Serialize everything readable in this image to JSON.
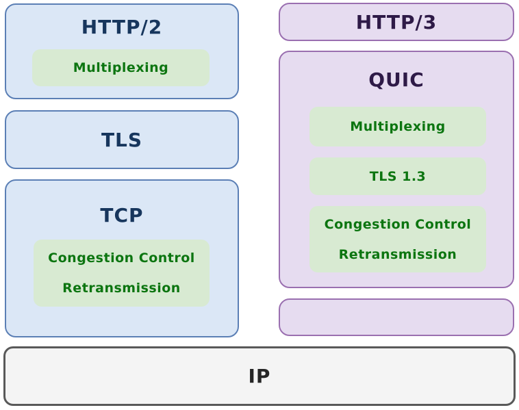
{
  "colors": {
    "background": "#ffffff",
    "blue_fill": "#dbe7f6",
    "blue_border": "#5b7fb5",
    "blue_text": "#17365d",
    "purple_fill": "#e6dcf0",
    "purple_border": "#9a6fb0",
    "purple_text": "#2e1a47",
    "green_fill": "#d8ead2",
    "green_text": "#0c7510",
    "gray_fill": "#f4f4f4",
    "gray_border": "#595959",
    "gray_text": "#262626"
  },
  "http2_stack": {
    "http2_label": "HTTP/2",
    "http2_feature": "Multiplexing",
    "tls_label": "TLS",
    "tcp_label": "TCP",
    "tcp_feature_line1": "Congestion Control",
    "tcp_feature_line2": "Retransmission"
  },
  "http3_stack": {
    "http3_label": "HTTP/3",
    "quic_label": "QUIC",
    "quic_feature1": "Multiplexing",
    "quic_feature2": "TLS 1.3",
    "quic_feature3_line1": "Congestion Control",
    "quic_feature3_line2": "Retransmission"
  },
  "network_layer": {
    "ip_label": "IP"
  }
}
